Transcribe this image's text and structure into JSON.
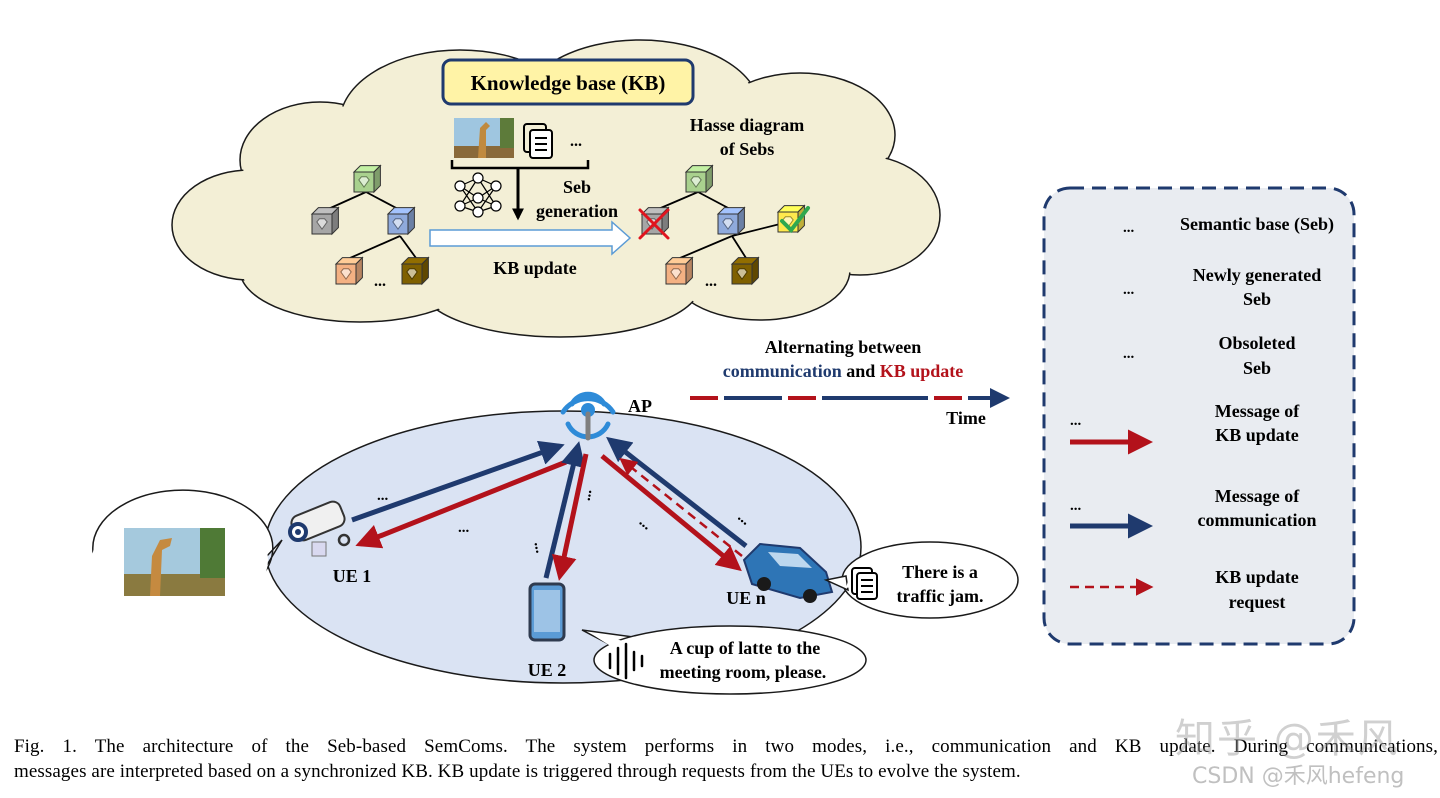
{
  "kb": {
    "title": "Knowledge base (KB)",
    "hasse_label_1": "Hasse diagram",
    "hasse_label_2": "of Sebs",
    "seb_gen_1": "Seb",
    "seb_gen_2": "generation",
    "kb_update": "KB update",
    "ellipsis": "..."
  },
  "timeline": {
    "line1": "Alternating between",
    "comm": "communication",
    "and": "and",
    "kbu": "KB update",
    "time": "Time"
  },
  "network": {
    "ap": "AP",
    "ue1": "UE 1",
    "ue2": "UE 2",
    "uen": "UE n",
    "bubble_n_1": "There is a",
    "bubble_n_2": "traffic jam.",
    "bubble_2_1": "A cup of latte to the",
    "bubble_2_2": "meeting room, please."
  },
  "legend": {
    "items": [
      {
        "label_1": "Semantic base (Seb)",
        "label_2": ""
      },
      {
        "label_1": "Newly generated",
        "label_2": "Seb"
      },
      {
        "label_1": "Obsoleted",
        "label_2": "Seb"
      },
      {
        "label_1": "Message of",
        "label_2": "KB update"
      },
      {
        "label_1": "Message of",
        "label_2": "communication"
      },
      {
        "label_1": "KB update",
        "label_2": "request"
      }
    ]
  },
  "colors": {
    "cloud": "#f3efd6",
    "ellipse": "#dae3f3",
    "legend_bg": "#e9ecf1",
    "navy": "#1f3a6e",
    "red": "#b3121b",
    "green": "#a9d18e",
    "blue": "#8faadc",
    "gray": "#a6a6a6",
    "orange": "#f4b183",
    "brown": "#7f6000",
    "yellow": "#ffe94d"
  },
  "caption": {
    "line1": "Fig. 1.  The architecture of the Seb-based SemComs. The system performs in two modes, i.e., communication and KB update. During communications,",
    "line2": "messages are interpreted based on a synchronized KB. KB update is triggered through requests from the UEs to evolve the system."
  },
  "watermark": {
    "zh": "知乎 @禾风",
    "csdn": "CSDN @禾风hefeng"
  }
}
